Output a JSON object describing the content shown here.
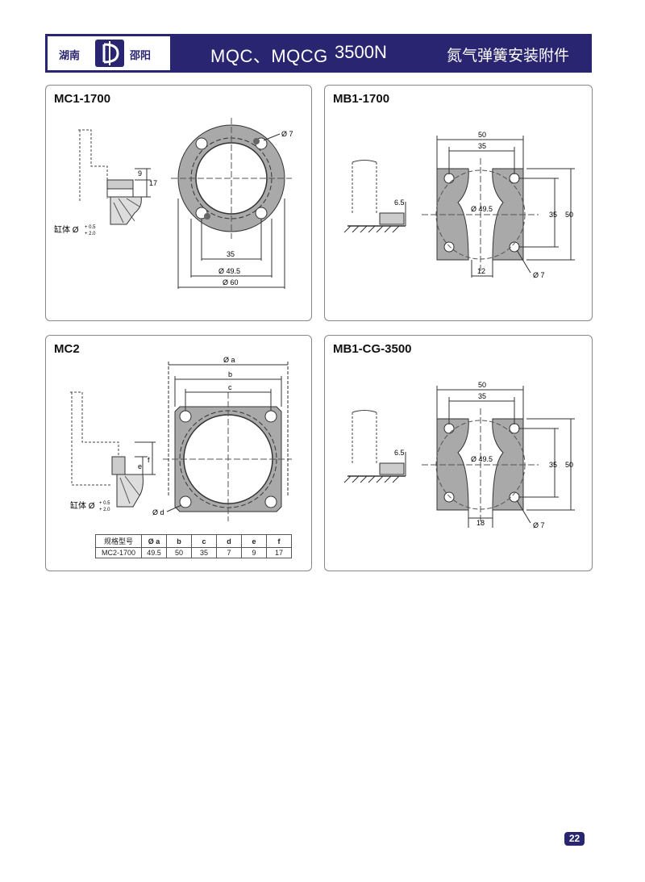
{
  "header": {
    "logo_left": "湖南",
    "logo_right": "邵阳",
    "title": "MQC、MQCG",
    "force": "3500N",
    "subtitle": "氮气弹簧安装附件"
  },
  "panels": {
    "mc1": {
      "title": "MC1-1700",
      "d7": "Ø 7",
      "dim9": "9",
      "dim17": "17",
      "body_label": "缸体 Ø",
      "tol_up": "+ 0.5",
      "tol_dn": "+ 2.0",
      "dim35": "35",
      "dim495": "Ø 49.5",
      "dim60": "Ø 60"
    },
    "mb1": {
      "title": "MB1-1700",
      "dim50": "50",
      "dim35": "35",
      "dim65": "6.5",
      "dim495": "Ø 49.5",
      "dim35v": "35",
      "dim50v": "50",
      "dim12": "12",
      "d7": "Ø 7"
    },
    "mc2": {
      "title": "MC2",
      "da": "Ø a",
      "db": "b",
      "dc": "c",
      "de": "e",
      "df": "f",
      "dd": "Ø d",
      "body_label": "缸体 Ø",
      "tol_up": "+ 0.5",
      "tol_dn": "+ 2.0",
      "table": {
        "headers": [
          "规格型号",
          "Ø a",
          "b",
          "c",
          "d",
          "e",
          "f"
        ],
        "rows": [
          [
            "MC2-1700",
            "49.5",
            "50",
            "35",
            "7",
            "9",
            "17"
          ]
        ]
      }
    },
    "mbcg": {
      "title": "MB1-CG-3500",
      "dim50": "50",
      "dim35": "35",
      "dim65": "6.5",
      "dim495": "Ø 49.5",
      "dim35v": "35",
      "dim50v": "50",
      "dim18": "18",
      "d7": "Ø 7"
    }
  },
  "page_number": "22",
  "colors": {
    "header": "#2a2570",
    "part_fill": "#a9a9a9"
  }
}
